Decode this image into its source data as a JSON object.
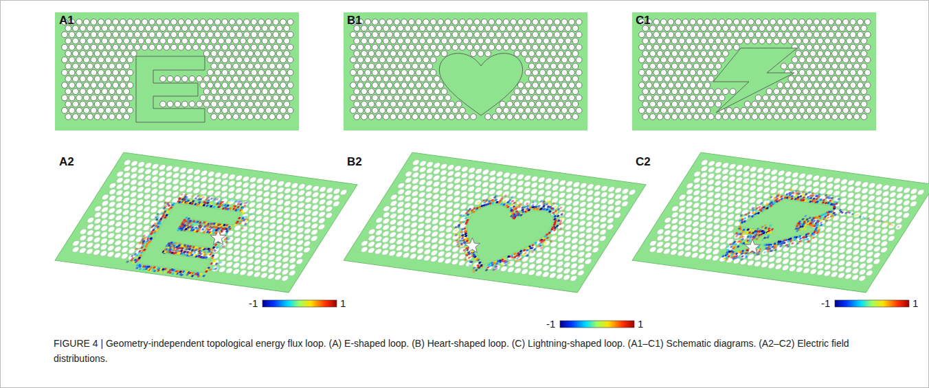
{
  "diagram": {
    "caption": "FIGURE 4 | Geometry-independent topological energy flux loop. (A) E-shaped loop. (B) Heart-shaped loop. (C) Lightning-shaped loop. (A1–C1) Schematic diagrams. (A2–C2) Electric field distributions.",
    "labels": [
      "A1",
      "B1",
      "C1",
      "A2",
      "B2",
      "C2",
      "-1",
      "1",
      "-1",
      "1",
      "-1",
      "1"
    ]
  }
}
